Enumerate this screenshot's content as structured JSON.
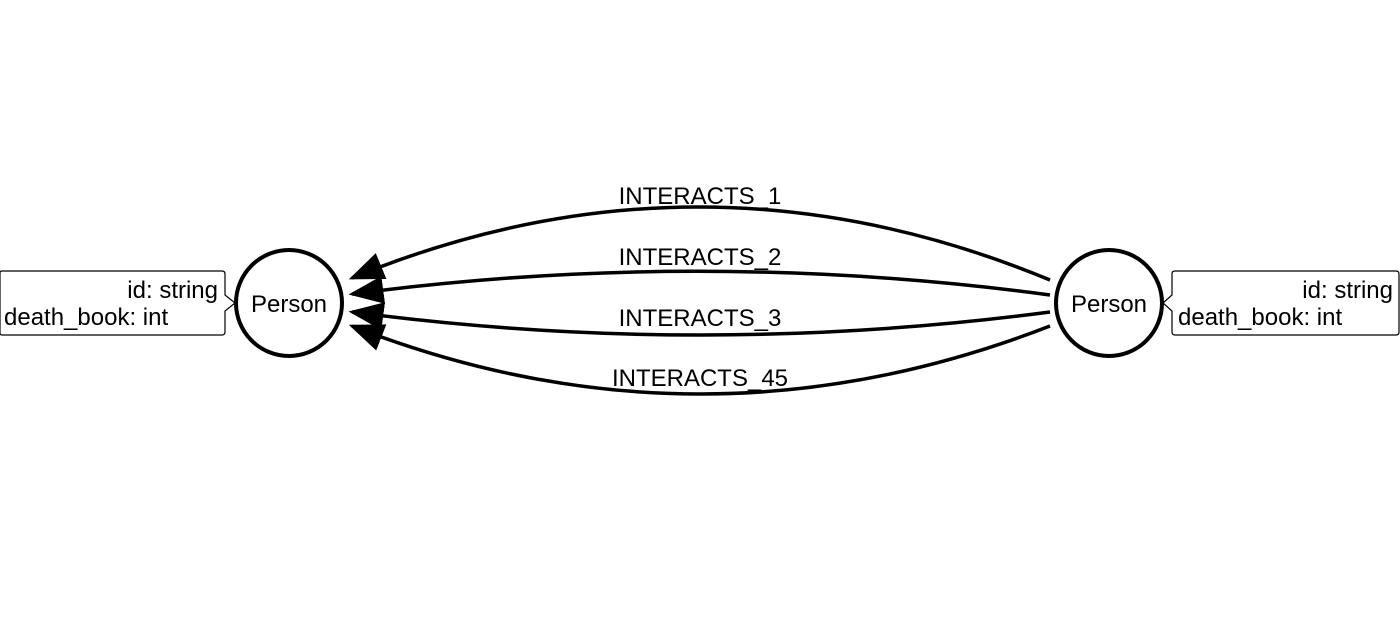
{
  "nodes": [
    {
      "id": "left",
      "label": "Person",
      "properties": [
        "id: string",
        "death_book: int"
      ]
    },
    {
      "id": "right",
      "label": "Person",
      "properties": [
        "id: string",
        "death_book: int"
      ]
    }
  ],
  "edges": [
    {
      "from": "right",
      "to": "left",
      "label": "INTERACTS_1"
    },
    {
      "from": "right",
      "to": "left",
      "label": "INTERACTS_2"
    },
    {
      "from": "right",
      "to": "left",
      "label": "INTERACTS_3"
    },
    {
      "from": "right",
      "to": "left",
      "label": "INTERACTS_45"
    }
  ]
}
